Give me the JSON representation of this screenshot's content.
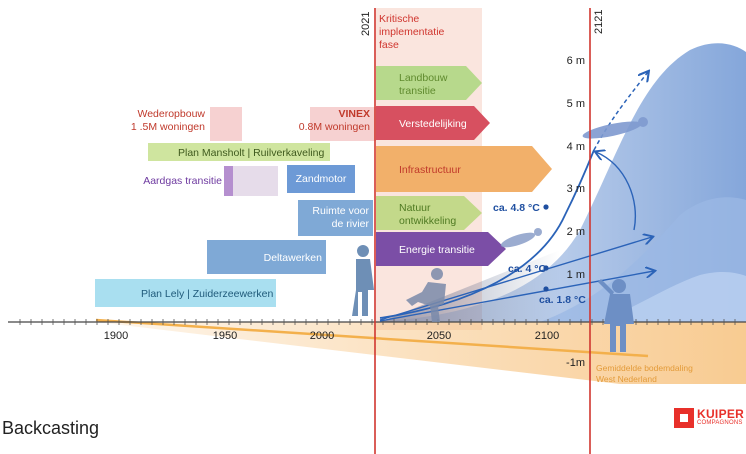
{
  "markers": {
    "left_year": "2021",
    "right_year": "2121"
  },
  "phase": {
    "line1": "Kritische",
    "line2": "implementatie",
    "line3": "fase"
  },
  "timeline": {
    "ticks": [
      "1900",
      "1950",
      "2000",
      "2050",
      "2100"
    ]
  },
  "depth_scale": {
    "labels": [
      "6 m",
      "5 m",
      "4 m",
      "3 m",
      "2 m",
      "1 m",
      "-1m"
    ]
  },
  "subsidence": {
    "line1": "Gemiddelde bodemdaling",
    "line2": "West Nederland"
  },
  "scenarios": {
    "high": "ca. 4.8 °C",
    "mid": "ca. 4 °C",
    "low": "ca. 1.8 °C"
  },
  "history": {
    "wederopbouw_1": "Wederopbouw",
    "wederopbouw_2": "1 .5M woningen",
    "vinex_1": "VINEX",
    "vinex_2": "0.8M woningen",
    "plan_mansholt": "Plan Mansholt | Ruilverkaveling",
    "aardgas": "Aardgas transitie",
    "zandmotor": "Zandmotor",
    "ruimte_1": "Ruimte voor",
    "ruimte_2": "de rivier",
    "deltawerken": "Deltawerken",
    "plan_lely": "Plan Lely | Zuiderzeewerken"
  },
  "transitions": {
    "landbouw_1": "Landbouw",
    "landbouw_2": "transitie",
    "verstedelijking": "Verstedelijking",
    "infrastructuur": "Infrastructuur",
    "natuur_1": "Natuur",
    "natuur_2": "ontwikkeling",
    "energie": "Energie transitie"
  },
  "colors": {
    "marker_red": "#d0362f",
    "landbouw": "#a9cf7a",
    "verstedelijking": "#d75060",
    "infrastructuur": "#f2b06a",
    "natuur": "#c3d98a",
    "energie": "#7b4ea6",
    "wave": "#6f97d4",
    "arrows": "#2b63b8",
    "subsidence": "#f3b04c",
    "deltawerken": "#7fa9d6",
    "plan_lely": "#a9dff0"
  },
  "footer": {
    "title": "Backcasting"
  },
  "logo": {
    "name": "KUIPER",
    "sub": "COMPAGNONS"
  }
}
